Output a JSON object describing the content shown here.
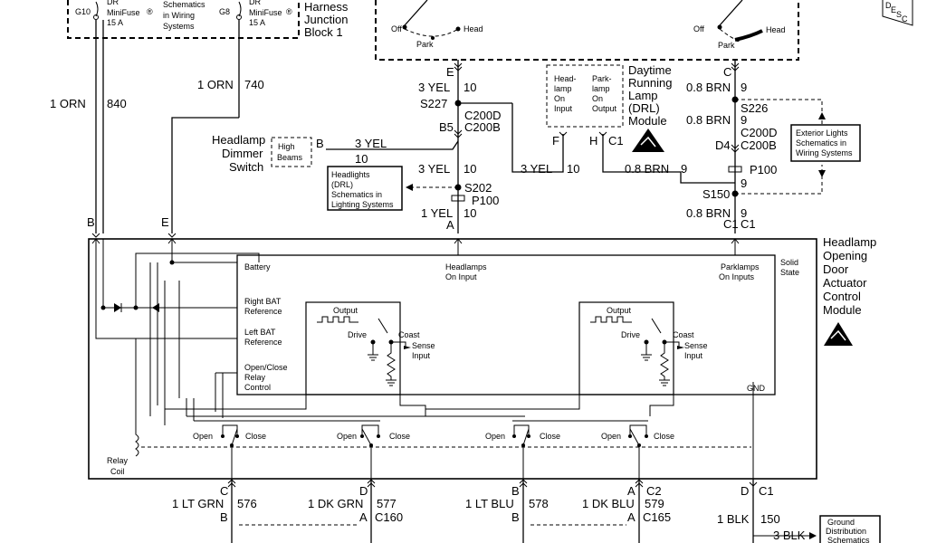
{
  "junction": {
    "fuse_left_name": "G10",
    "fuse_left_type": "DR",
    "fuse_left_kind": "MiniFuse",
    "fuse_left_rating": "15 A",
    "fuse_right_name": "G8",
    "fuse_right_type": "DR",
    "fuse_right_kind": "MiniFuse",
    "fuse_right_rating": "15 A",
    "schem_line1": "Schematics",
    "schem_line2": "in Wiring",
    "schem_line3": "Systems",
    "title_line1": "Harness",
    "title_line2": "Junction",
    "title_line3": "Block 1",
    "desc_letters": [
      "D",
      "E",
      "S",
      "C"
    ]
  },
  "switches": {
    "left_off": "Off",
    "left_park": "Park",
    "left_head": "Head",
    "right_off": "Off",
    "right_park": "Park",
    "right_head": "Head",
    "pin_left": "E",
    "pin_right": "C"
  },
  "wires": {
    "w1_color": "1 ORN",
    "w1_circuit": "840",
    "w1_pin": "B",
    "w2_color": "1 ORN",
    "w2_circuit": "740",
    "w2_pin": "E",
    "yel_color": "3 YEL",
    "yel_circuit": "10",
    "brn_color": "0.8 BRN",
    "brn_circuit": "9",
    "yel1_color": "1 YEL"
  },
  "splices": {
    "s227": "S227",
    "s202": "S202",
    "s226": "S226",
    "s150": "S150",
    "c200d": "C200D",
    "c200b": "C200B",
    "p100": "P100",
    "b5": "B5",
    "d4": "D4",
    "pin_a": "A",
    "pin_b": "B",
    "pin_c1": "C1"
  },
  "dimmer": {
    "name_line1": "Headlamp",
    "name_line2": "Dimmer",
    "name_line3": "Switch",
    "box_line1": "High",
    "box_line2": "Beams",
    "pin": "B"
  },
  "drl_ref": {
    "line1": "Headlights",
    "line2": "(DRL)",
    "line3": "Schematics in",
    "line4": "Lighting Systems"
  },
  "drl_module": {
    "title_line1": "Daytime",
    "title_line2": "Running",
    "title_line3": "Lamp",
    "title_line4": "(DRL)",
    "title_line5": "Module",
    "in1_line1": "Head-",
    "in1_line2": "lamp",
    "in1_line3": "On",
    "in1_line4": "Input",
    "in2_line1": "Park-",
    "in2_line2": "lamp",
    "in2_line3": "On",
    "in2_line4": "Output",
    "pin_f": "F",
    "pin_h": "H",
    "pin_c1": "C1"
  },
  "ext_ref": {
    "line1": "Exterior Lights",
    "line2": "Schematics in",
    "line3": "Wiring Systems"
  },
  "module": {
    "title_line1": "Headlamp",
    "title_line2": "Opening",
    "title_line3": "Door",
    "title_line4": "Actuator",
    "title_line5": "Control",
    "title_line6": "Module",
    "solid_line1": "Solid",
    "solid_line2": "State",
    "battery": "Battery",
    "head_in_line1": "Headlamps",
    "head_in_line2": "On Input",
    "park_in_line1": "Parklamps",
    "park_in_line2": "On Inputs",
    "rbat_line1": "Right BAT",
    "rbat_line2": "Reference",
    "lbat_line1": "Left BAT",
    "lbat_line2": "Reference",
    "relay_line1": "Open/Close",
    "relay_line2": "Relay",
    "relay_line3": "Control",
    "output": "Output",
    "drive": "Drive",
    "coast": "Coast",
    "sense_line1": "Sense",
    "sense_line2": "Input",
    "gnd": "GND",
    "open": "Open",
    "close": "Close",
    "relay_coil_line1": "Relay",
    "relay_coil_line2": "Coil"
  },
  "outputs": {
    "o1_color": "1 LT GRN",
    "o1_circuit": "576",
    "o1_top": "C",
    "o1_bot": "B",
    "o2_color": "1 DK GRN",
    "o2_circuit": "577",
    "o2_top": "D",
    "o2_bot": "A",
    "o2_conn": "C160",
    "o3_color": "1 LT BLU",
    "o3_circuit": "578",
    "o3_top": "B",
    "o3_bot": "B",
    "o4_color": "1 DK BLU",
    "o4_circuit": "579",
    "o4_top": "A",
    "o4_bot": "A",
    "o4_conn": "C165",
    "o4_conn_top": "C2",
    "gnd_color": "1 BLK",
    "gnd_circuit": "150",
    "gnd_top": "D",
    "gnd_conn": "C1",
    "gnd2_color": "3 BLK"
  },
  "gnd_ref": {
    "line1": "Ground",
    "line2": "Distribution",
    "line3": "Schematics"
  }
}
